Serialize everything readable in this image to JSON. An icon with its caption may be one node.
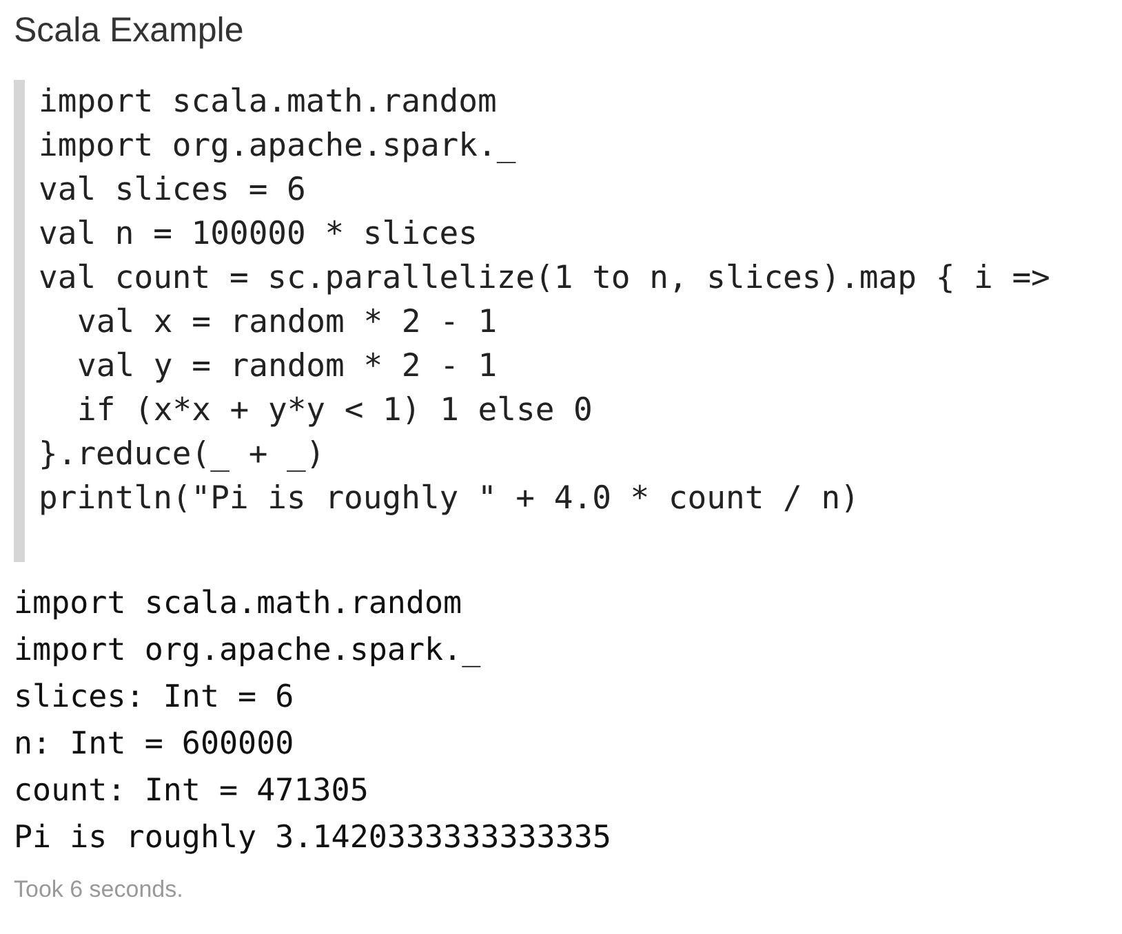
{
  "diagram": {
    "title": "Scala Example",
    "labels": [
      "import scala.math.random",
      "import org.apache.spark._",
      "val slices = 6",
      "val n = 100000 * slices",
      "val count = sc.parallelize(1 to n, slices).map { i =>",
      "val x = random * 2 - 1",
      "val y = random * 2 - 1",
      "if (x*x + y*y < 1) 1 else 0",
      "}.reduce(_ + _)",
      "println(\"Pi is roughly \" + 4.0 * count / n)",
      "import scala.math.random",
      "import org.apache.spark._",
      "slices: Int = 6",
      "n: Int = 600000",
      "count: Int = 471305",
      "Pi is roughly 3.1420333333333335",
      "Took 6 seconds."
    ]
  }
}
